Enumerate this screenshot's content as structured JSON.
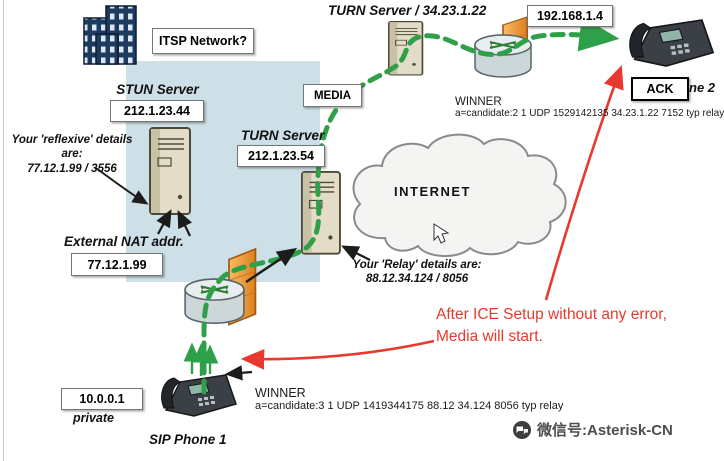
{
  "colors": {
    "zone_bg": "#cddfe7",
    "media_path_green": "#2fa04a",
    "note_red": "#e8392e"
  },
  "nodes": {
    "itsp": {
      "label": "ITSP Network?"
    },
    "stun": {
      "title": "STUN Server",
      "ip": "212.1.23.44"
    },
    "turn_top": {
      "title": "TURN Server / 34.23.1.22"
    },
    "turn_mid": {
      "title": "TURN Server",
      "ip": "212.1.23.54"
    },
    "internet": {
      "label": "INTERNET"
    },
    "media": {
      "label": "MEDIA"
    },
    "ack": {
      "label": "ACK"
    },
    "lan_ip": {
      "label": "192.168.1.4"
    },
    "phone2": {
      "label_partial": "ne 2"
    },
    "phone1": {
      "label": "SIP Phone 1",
      "ip": "10.0.0.1",
      "network": "private"
    },
    "external_nat": {
      "title": "External NAT addr.",
      "ip": "77.12.1.99"
    }
  },
  "annotations": {
    "reflexive": {
      "line1": "Your 'reflexive' details are:",
      "line2": "77.12.1.99 / 3556"
    },
    "relay": {
      "line1": "Your 'Relay' details are:",
      "line2": "88.12.34.124 / 8056"
    },
    "winner_top": {
      "label": "WINNER",
      "candidate": "a=candidate:2 1 UDP 1529142135 34.23.1.22 7152 typ relay"
    },
    "winner_bottom": {
      "label": "WINNER",
      "candidate": "a=candidate:3 1 UDP 1419344175 88.12 34.124 8056 typ relay"
    },
    "red_note": {
      "line1": "After ICE Setup without any error,",
      "line2": "Media will start."
    }
  },
  "watermark": {
    "text": "微信号:Asterisk-CN"
  }
}
